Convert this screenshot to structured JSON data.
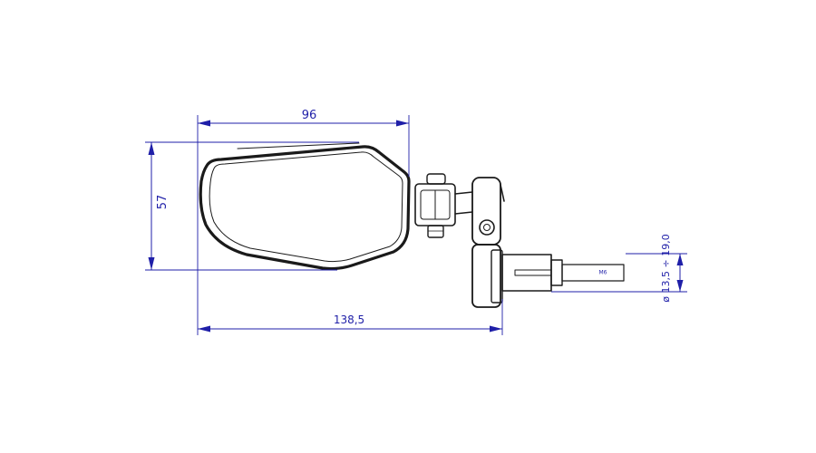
{
  "dimensions": {
    "width": "96",
    "height": "57",
    "overall_length": "138,5",
    "diameter_range": "ø 13,5 ÷ 19,0"
  },
  "thread_label": "M6",
  "colors": {
    "dimension": "#1f1fa8",
    "outline": "#1a1a1a",
    "background": "#ffffff"
  }
}
